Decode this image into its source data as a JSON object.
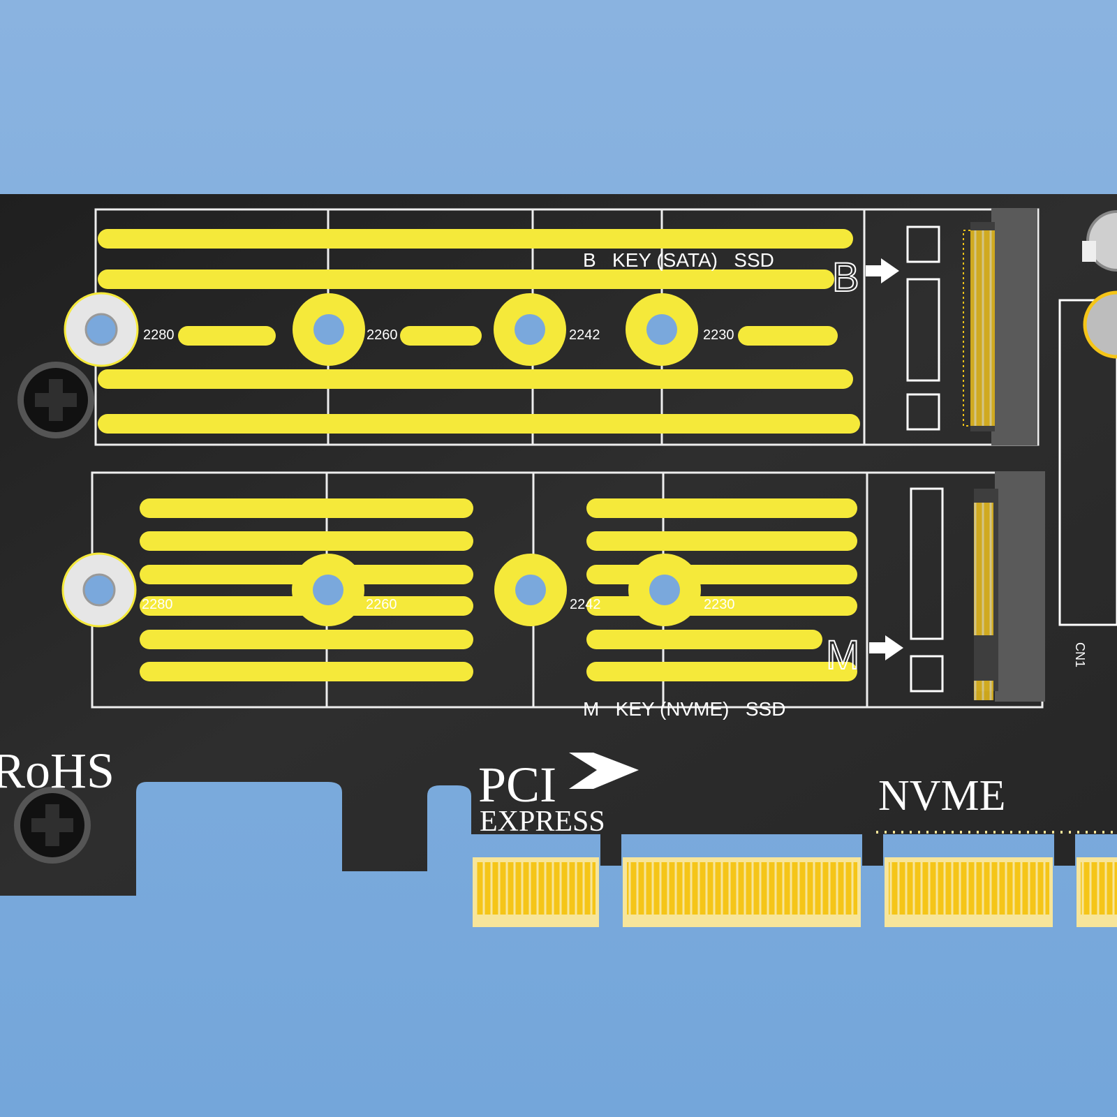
{
  "board": {
    "top_slot": {
      "title": "B   KEY (SATA)   SSD",
      "key_letter": "B",
      "lengths": [
        "2280",
        "2260",
        "2242",
        "2230"
      ]
    },
    "bottom_slot": {
      "title": "M   KEY (NVME)   SSD",
      "key_letter": "M",
      "lengths": [
        "2280",
        "2260",
        "2242",
        "2230"
      ]
    },
    "connector_label": "CN1",
    "rohs": "RoHS",
    "pci": "PCI",
    "express": "EXPRESS",
    "nvme": "NVME"
  },
  "colors": {
    "sky": "#8ab3e0",
    "board": "#2b2b2b",
    "pad": "#f5e93a",
    "gold": "#f5c518"
  }
}
